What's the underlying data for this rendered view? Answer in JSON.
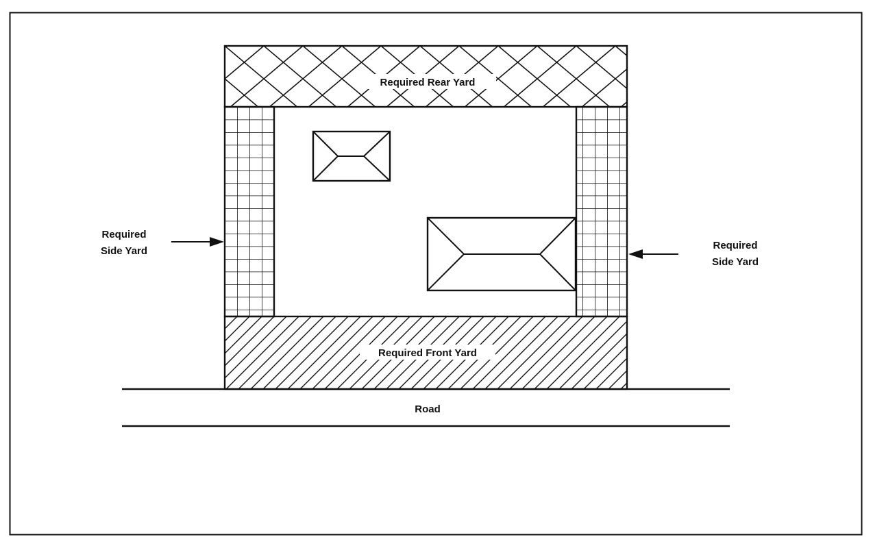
{
  "figure": {
    "type": "site-plan-diagram",
    "line_color": "#111111",
    "background_color": "#ffffff"
  },
  "labels": {
    "rear_yard": "Required Rear Yard",
    "front_yard": "Required Front Yard",
    "side_yard_left_line1": "Required",
    "side_yard_left_line2": "Side Yard",
    "side_yard_right_line1": "Required",
    "side_yard_right_line2": "Side Yard",
    "road": "Road"
  },
  "legend": [
    {
      "zone": "rear_yard",
      "pattern": "cross-hatch"
    },
    {
      "zone": "side_yard",
      "pattern": "grid"
    },
    {
      "zone": "front_yard",
      "pattern": "diagonal-hatch"
    }
  ],
  "structures": [
    {
      "name": "small-building",
      "roof": "hip"
    },
    {
      "name": "large-building",
      "roof": "hip"
    }
  ]
}
